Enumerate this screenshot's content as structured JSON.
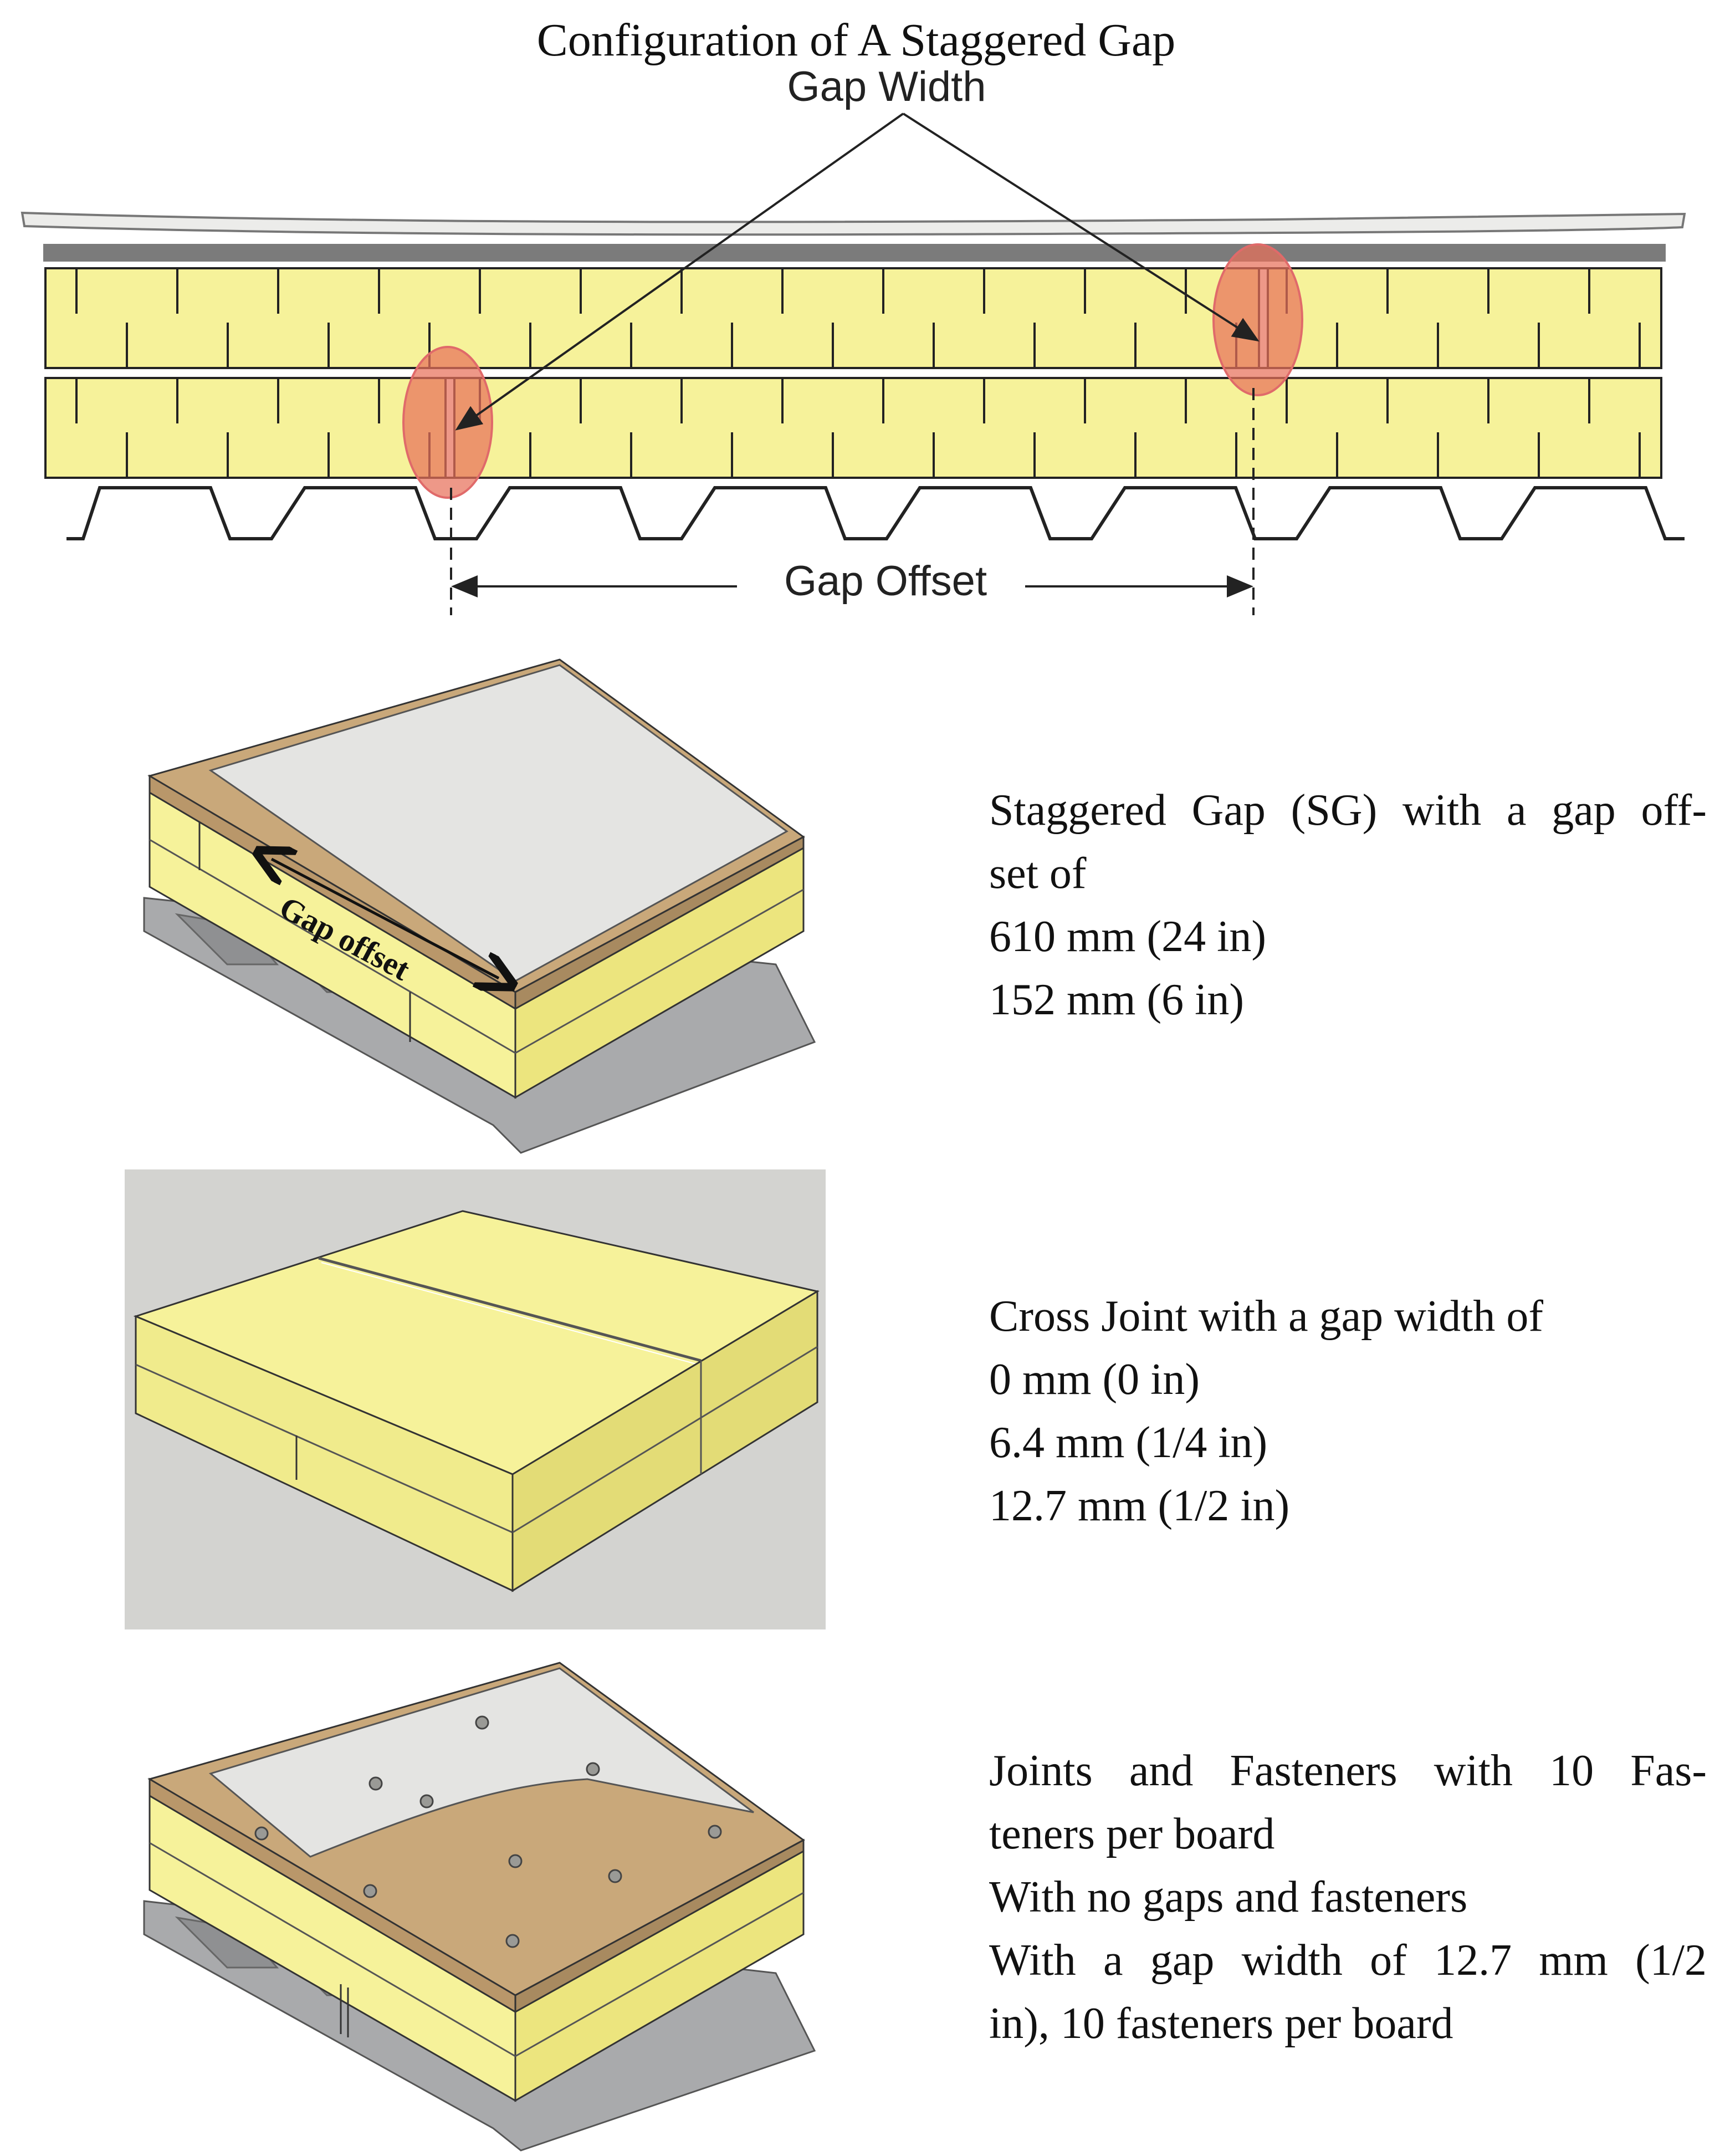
{
  "diagram": {
    "title": "Configuration of A Staggered Gap",
    "gap_width_label": "Gap Width",
    "gap_offset_label": "Gap Offset"
  },
  "panels": [
    {
      "image_label": "Gap offset",
      "description_lines": [
        "Staggered Gap (SG) with a gap off-",
        "set of",
        "610 mm (24 in)",
        "152 mm (6 in)"
      ]
    },
    {
      "description_lines": [
        "Cross Joint with a gap width of",
        "0 mm (0 in)",
        "6.4 mm (1/4 in)",
        "12.7 mm (1/2 in)"
      ]
    },
    {
      "description_lines": [
        "Joints and Fasteners with 10 Fas-",
        "teners per board",
        "With no gaps and fasteners",
        "With a gap width of 12.7 mm (1/2",
        "in), 10 fasteners per board"
      ]
    }
  ],
  "colors": {
    "insulation": "#f6f29a",
    "insulation_side": "#e6df78",
    "cover_board": "#c9a87a",
    "membrane": "#e4e4e2",
    "steel_deck": "#a9aaac",
    "highlight": "#e8705a",
    "panel_bg": "#d3d3d0"
  }
}
